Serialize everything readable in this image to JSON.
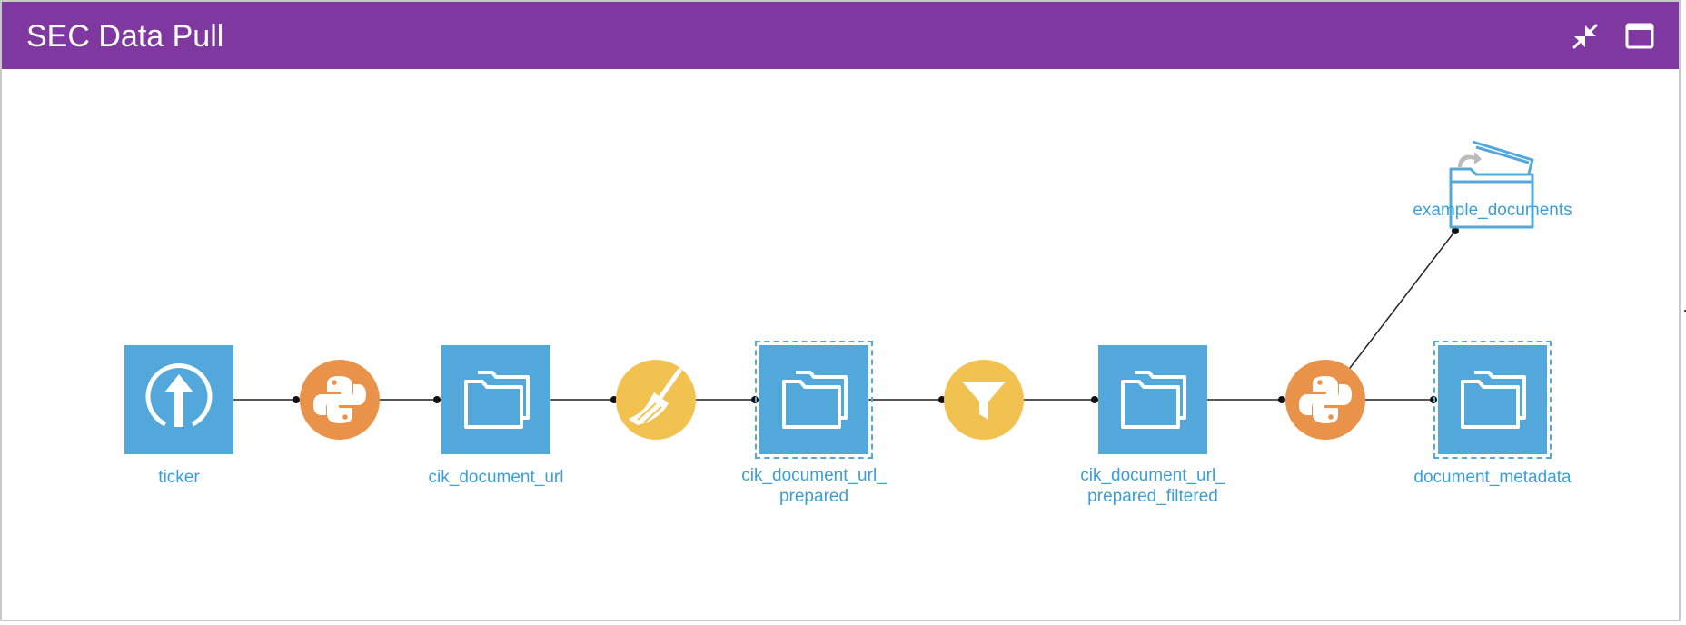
{
  "window": {
    "title": "SEC Data Pull",
    "header_color": "#7f38a0",
    "actions": [
      {
        "name": "collapse",
        "icon": "collapse-arrows-icon"
      },
      {
        "name": "maximize",
        "icon": "window-maximize-icon"
      }
    ]
  },
  "colors": {
    "dataset": "#52a8da",
    "python_recipe": "#e8924a",
    "prepare_recipe": "#f2c250",
    "label": "#3a9fd6",
    "edge": "#222222"
  },
  "flow": {
    "datasets": {
      "ticker": {
        "label_1": "ticker",
        "icon": "upload-icon"
      },
      "cik_document_url": {
        "label_1": "cik_document_url",
        "icon": "folder-icon"
      },
      "cik_document_url_prepared": {
        "label_1": "cik_document_url_",
        "label_2": "prepared",
        "icon": "folder-icon"
      },
      "cik_document_url_prepared_filtered": {
        "label_1": "cik_document_url_",
        "label_2": "prepared_filtered",
        "icon": "folder-icon"
      },
      "document_metadata": {
        "label_1": "document_metadata",
        "icon": "folder-icon"
      },
      "example_documents": {
        "label_1": "example_documents",
        "icon": "managed-folder-icon"
      }
    },
    "recipes": [
      {
        "type": "python",
        "icon": "python-icon"
      },
      {
        "type": "prepare",
        "icon": "broom-icon"
      },
      {
        "type": "filter",
        "icon": "funnel-icon"
      },
      {
        "type": "python",
        "icon": "python-icon"
      }
    ]
  }
}
